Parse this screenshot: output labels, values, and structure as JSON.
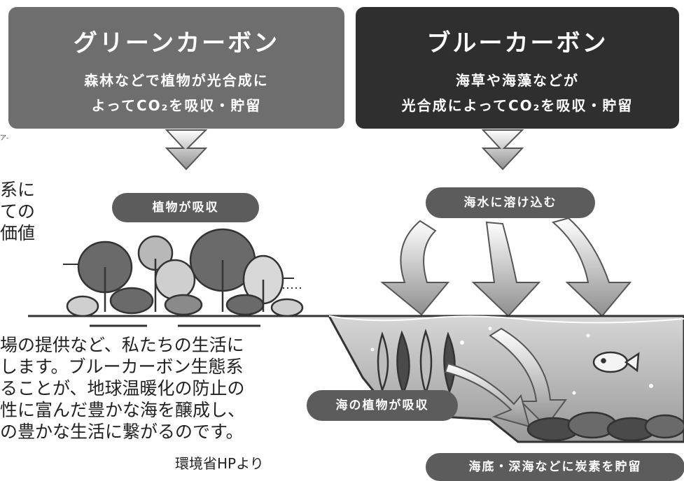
{
  "green_panel": {
    "title": "グリーンカーボン",
    "subtitle_line1": "森林などで植物が光合成に",
    "subtitle_line2": "よってCO₂を吸収・貯留"
  },
  "blue_panel": {
    "title": "ブルーカーボン",
    "subtitle_line1": "海草や海藻などが",
    "subtitle_line2": "光合成によってCO₂を吸収・貯留"
  },
  "labels": {
    "plant_absorb": "植物が吸収",
    "dissolve_seawater": "海水に溶け込む",
    "sea_plant_absorb": "海の植物が吸収",
    "seabed_storage": "海底・深海などに炭素を貯留"
  },
  "background_text": {
    "fragment_top": "ア-",
    "left_fragments": [
      "系に",
      "ての",
      "価値"
    ],
    "paragraph_lines": [
      "場の提供など、私たちの生活に",
      "します。ブルーカーボン生態系",
      "ることが、地球温暖化の防止の",
      "性に富んだ豊かな海を醸成し、",
      "の豊かな生活に繋がるのです。"
    ],
    "source": "環境省HPより"
  }
}
